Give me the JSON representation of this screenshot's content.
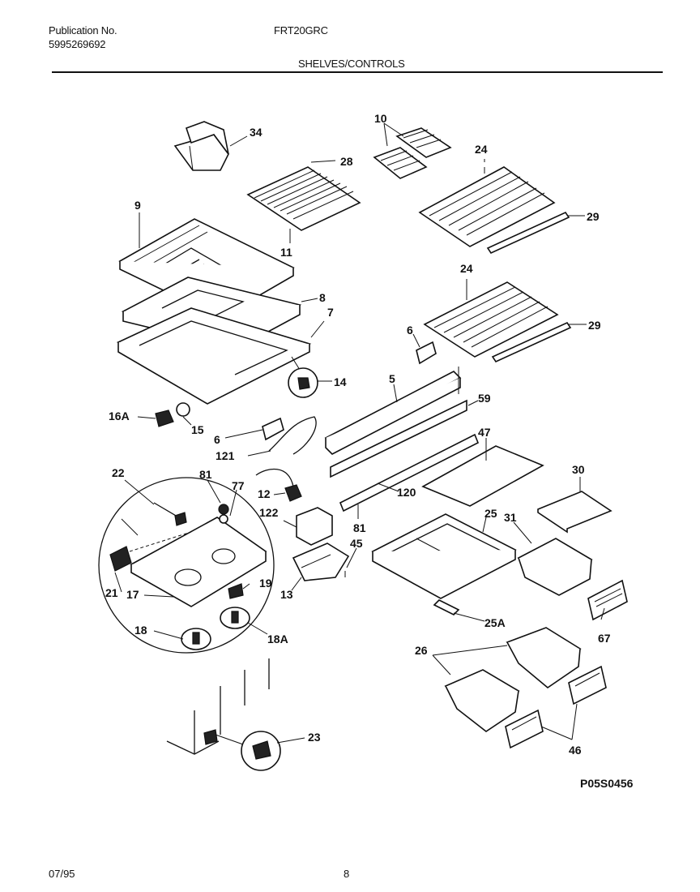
{
  "header": {
    "publication_label": "Publication No.",
    "publication_number": "5995269692",
    "model": "FRT20GRC",
    "section": "SHELVES/CONTROLS"
  },
  "callouts": {
    "c34": "34",
    "c10": "10",
    "c28": "28",
    "c24a": "24",
    "c9": "9",
    "c29a": "29",
    "c11": "11",
    "c24b": "24",
    "c8": "8",
    "c7": "7",
    "c6a": "6",
    "c29b": "29",
    "c14": "14",
    "c5": "5",
    "c16A": "16A",
    "c15": "15",
    "c59": "59",
    "c6b": "6",
    "c121": "121",
    "c47": "47",
    "c22": "22",
    "c81a": "81",
    "c77": "77",
    "c30": "30",
    "c12": "12",
    "c120": "120",
    "c122": "122",
    "c25": "25",
    "c31": "31",
    "c81b": "81",
    "c45": "45",
    "c19": "19",
    "c21": "21",
    "c17": "17",
    "c13": "13",
    "c18": "18",
    "c18A": "18A",
    "c25A": "25A",
    "c67": "67",
    "c26": "26",
    "c23": "23",
    "c46": "46"
  },
  "footer": {
    "reference_code": "P05S0456",
    "date": "07/95",
    "page": "8"
  }
}
